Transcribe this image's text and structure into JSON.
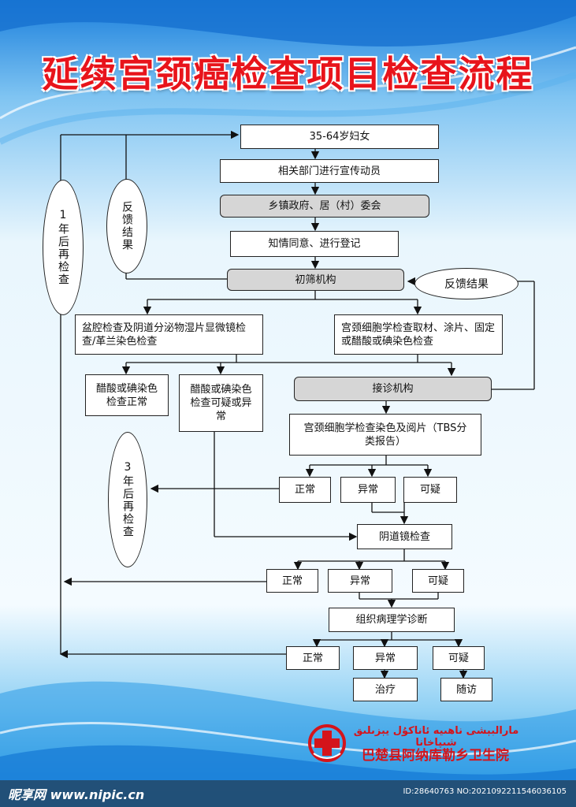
{
  "title": "延续宫颈癌检查项目检查流程",
  "colors": {
    "title_red": "#e8141b",
    "bg_blue": "#1a8de0",
    "box_gray": "#d6d6d6",
    "logo_red": "#d4141b"
  },
  "nodes": {
    "women": "35-64岁妇女",
    "mobilize": "相关部门进行宣传动员",
    "gov": "乡镇政府、居（村）委会",
    "consent": "知情同意、进行登记",
    "screening": "初筛机构",
    "pelvic": "盆腔检查及阴道分泌物湿片显微镜检查/革兰染色检查",
    "cytology_sample": "宫颈细胞学检查取材、涂片、固定或醋酸或碘染色检查",
    "via_normal": "醋酸或碘染色检查正常",
    "via_abnormal": "醋酸或碘染色检查可疑或异常",
    "referral": "接诊机构",
    "cytology_read": "宫颈细胞学检查染色及阅片（TBS分类报告）",
    "cyt_normal": "正常",
    "cyt_abnormal": "异常",
    "cyt_suspicious": "可疑",
    "colposcopy": "阴道镜检查",
    "col_normal": "正常",
    "col_abnormal": "异常",
    "col_suspicious": "可疑",
    "pathology": "组织病理学诊断",
    "path_normal": "正常",
    "path_abnormal": "异常",
    "path_suspicious": "可疑",
    "treatment": "治疗",
    "followup": "随访"
  },
  "ovals": {
    "recheck_1yr": "1年后再检查",
    "feedback_left": "反馈结果",
    "feedback_right": "反馈结果",
    "recheck_3yr": "3年后再检查"
  },
  "logo": {
    "icon": "red-cross-hospital-icon",
    "uyghur": "مارالبېشى ناھىيە ئاناكۇل يېزىلىق شىپاخانا",
    "chinese": "巴楚县阿纳库勒乡卫生院"
  },
  "watermark": {
    "site": "昵享网 www.nipic.cn",
    "id": "ID:28640763 NO:20210922115460361​05"
  }
}
